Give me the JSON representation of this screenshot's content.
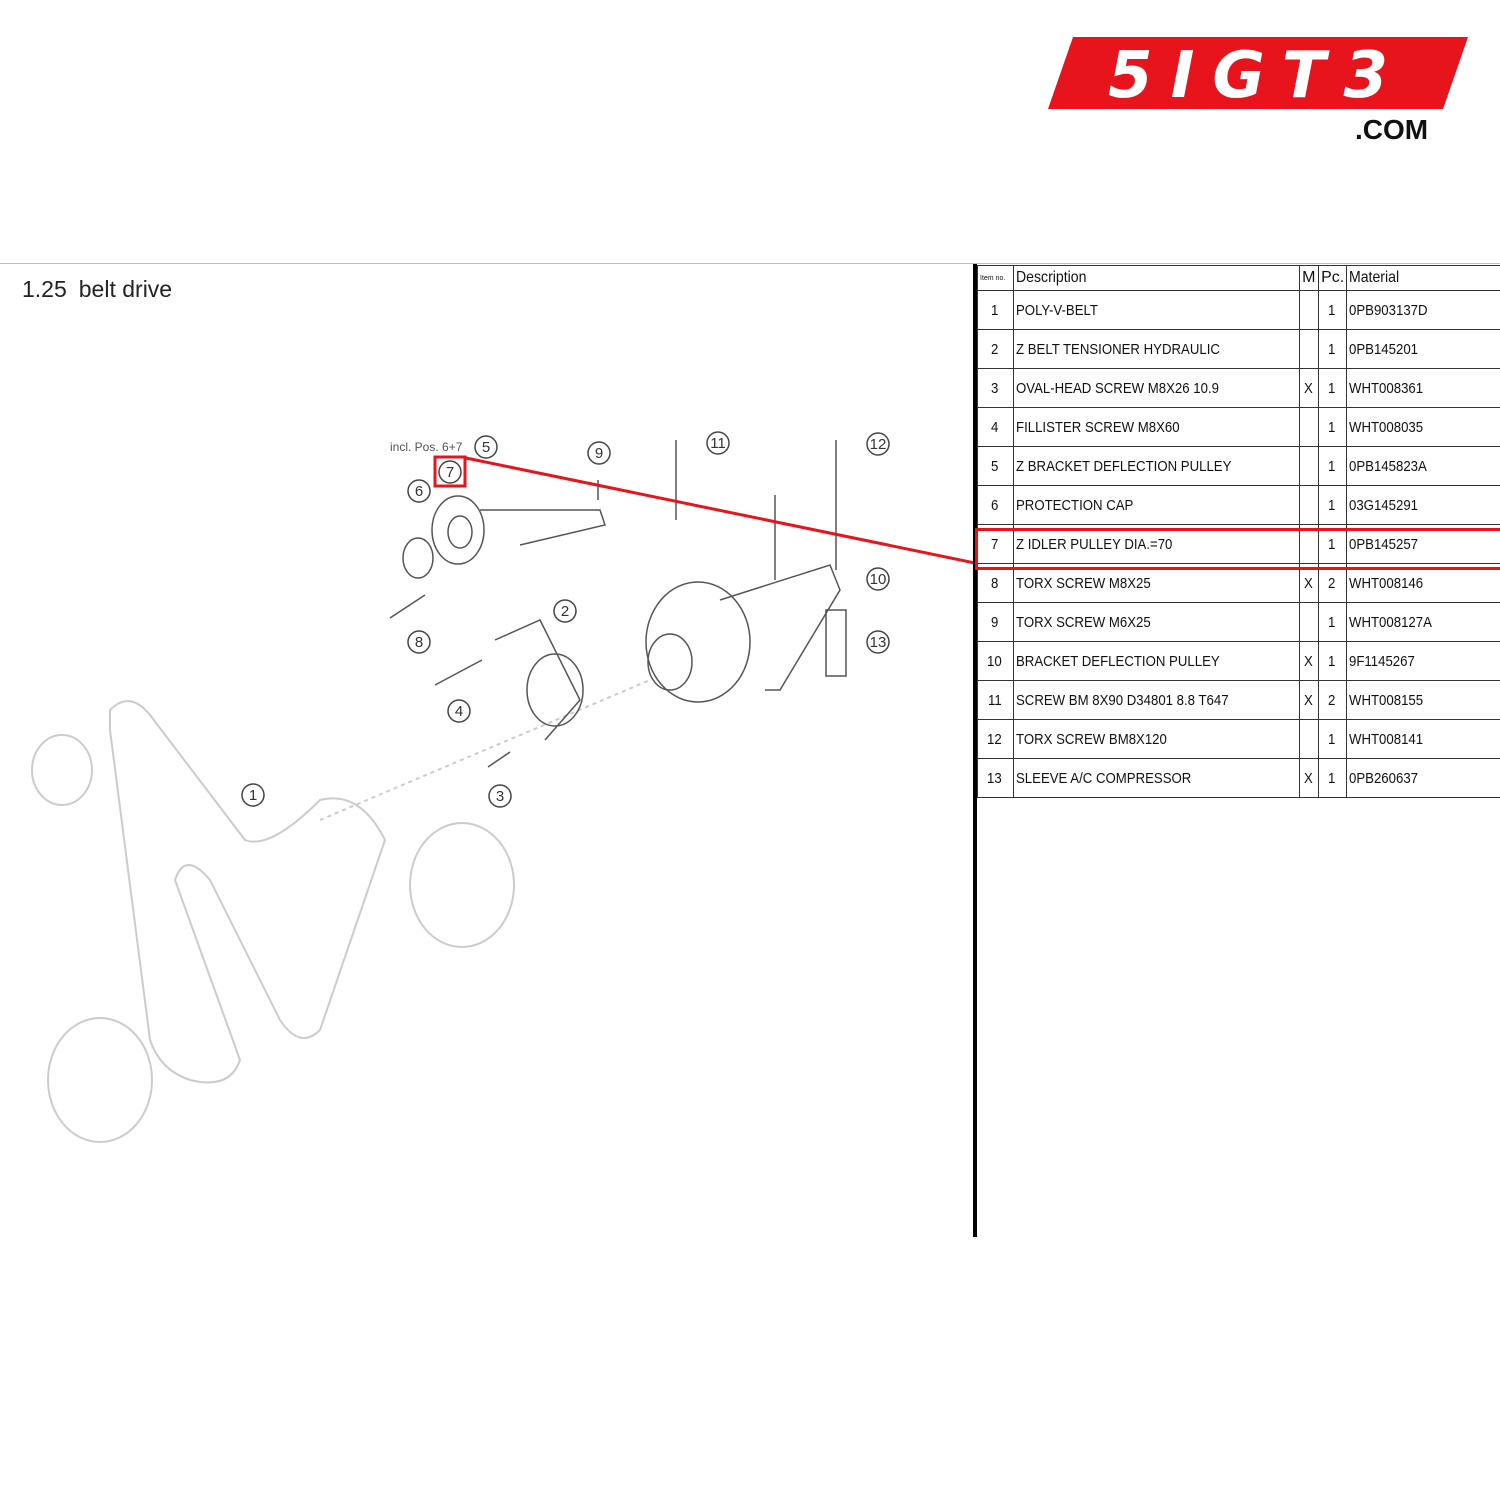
{
  "logo": {
    "text": "5IGT3",
    "suffix": ".COM",
    "color": "#e8141c"
  },
  "section": {
    "number": "1.25",
    "title": "belt drive"
  },
  "diagram": {
    "note": "incl. Pos. 6+7",
    "callouts": [
      "1",
      "2",
      "3",
      "4",
      "5",
      "6",
      "7",
      "8",
      "9",
      "10",
      "11",
      "12",
      "13"
    ],
    "highlight_item": "7",
    "highlight_color": "#e8141c"
  },
  "table": {
    "headers": {
      "item": "Item no.",
      "description": "Description",
      "m": "M",
      "pc": "Pc.",
      "material": "Material"
    },
    "rows": [
      {
        "item": "1",
        "description": "POLY-V-BELT",
        "m": "",
        "pc": "1",
        "material": "0PB903137D"
      },
      {
        "item": "2",
        "description": "Z BELT TENSIONER HYDRAULIC",
        "m": "",
        "pc": "1",
        "material": "0PB145201"
      },
      {
        "item": "3",
        "description": "OVAL-HEAD SCREW M8X26 10.9",
        "m": "X",
        "pc": "1",
        "material": "WHT008361"
      },
      {
        "item": "4",
        "description": "FILLISTER SCREW M8X60",
        "m": "",
        "pc": "1",
        "material": "WHT008035"
      },
      {
        "item": "5",
        "description": "Z BRACKET DEFLECTION PULLEY",
        "m": "",
        "pc": "1",
        "material": "0PB145823A"
      },
      {
        "item": "6",
        "description": "PROTECTION CAP",
        "m": "",
        "pc": "1",
        "material": "03G145291"
      },
      {
        "item": "7",
        "description": "Z IDLER PULLEY DIA.=70",
        "m": "",
        "pc": "1",
        "material": "0PB145257"
      },
      {
        "item": "8",
        "description": "TORX SCREW M8X25",
        "m": "X",
        "pc": "2",
        "material": "WHT008146"
      },
      {
        "item": "9",
        "description": "TORX SCREW M6X25",
        "m": "",
        "pc": "1",
        "material": "WHT008127A"
      },
      {
        "item": "10",
        "description": "BRACKET DEFLECTION PULLEY",
        "m": "X",
        "pc": "1",
        "material": "9F1145267"
      },
      {
        "item": "11",
        "description": "SCREW BM 8X90 D34801 8.8 T647",
        "m": "X",
        "pc": "2",
        "material": "WHT008155"
      },
      {
        "item": "12",
        "description": "TORX SCREW BM8X120",
        "m": "",
        "pc": "1",
        "material": "WHT008141"
      },
      {
        "item": "13",
        "description": "SLEEVE A/C COMPRESSOR",
        "m": "X",
        "pc": "1",
        "material": "0PB260637"
      }
    ]
  }
}
